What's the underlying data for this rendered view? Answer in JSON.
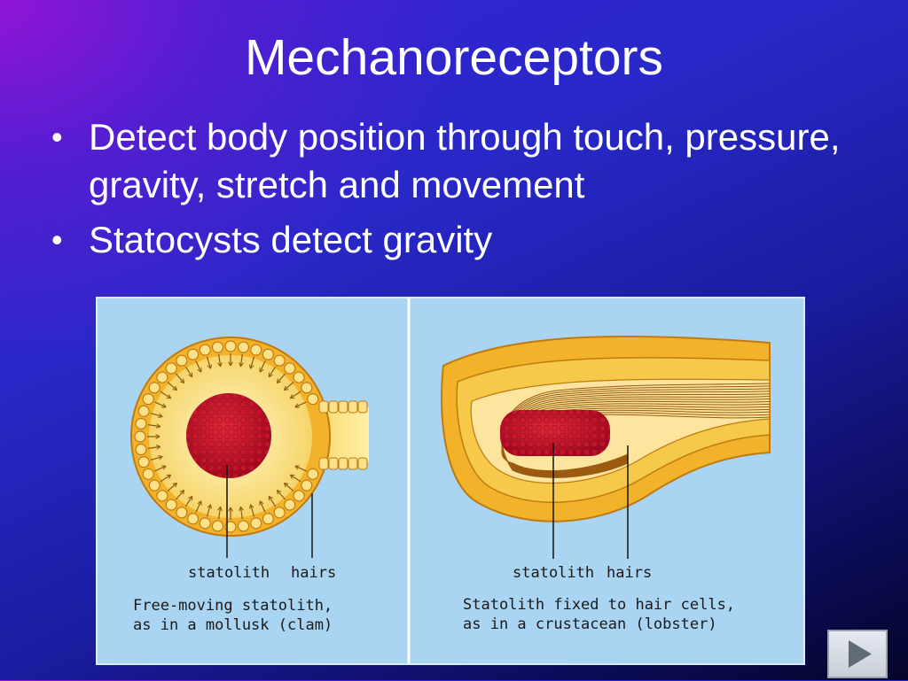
{
  "slide": {
    "title": "Mechanoreceptors",
    "bullets": [
      {
        "text": "Detect body position through touch, pressure, gravity, stretch and movement"
      },
      {
        "text": "Statocysts detect gravity"
      }
    ]
  },
  "figure": {
    "left_panel": {
      "label_statolith": "statolith",
      "label_hairs": "hairs",
      "caption_line1": "Free-moving statolith,",
      "caption_line2": "as in a mollusk (clam)"
    },
    "right_panel": {
      "label_statolith": "statolith",
      "label_hairs": "hairs",
      "caption_line1": "Statolith fixed to hair cells,",
      "caption_line2": "as in a crustacean (lobster)"
    }
  },
  "nav": {
    "icon": "play-triangle-icon"
  },
  "colors": {
    "panel_bg": "#a9d4f2",
    "statolith": "#c0102a",
    "tissue": "#f2b22a",
    "cell_fill": "#fde28a"
  }
}
